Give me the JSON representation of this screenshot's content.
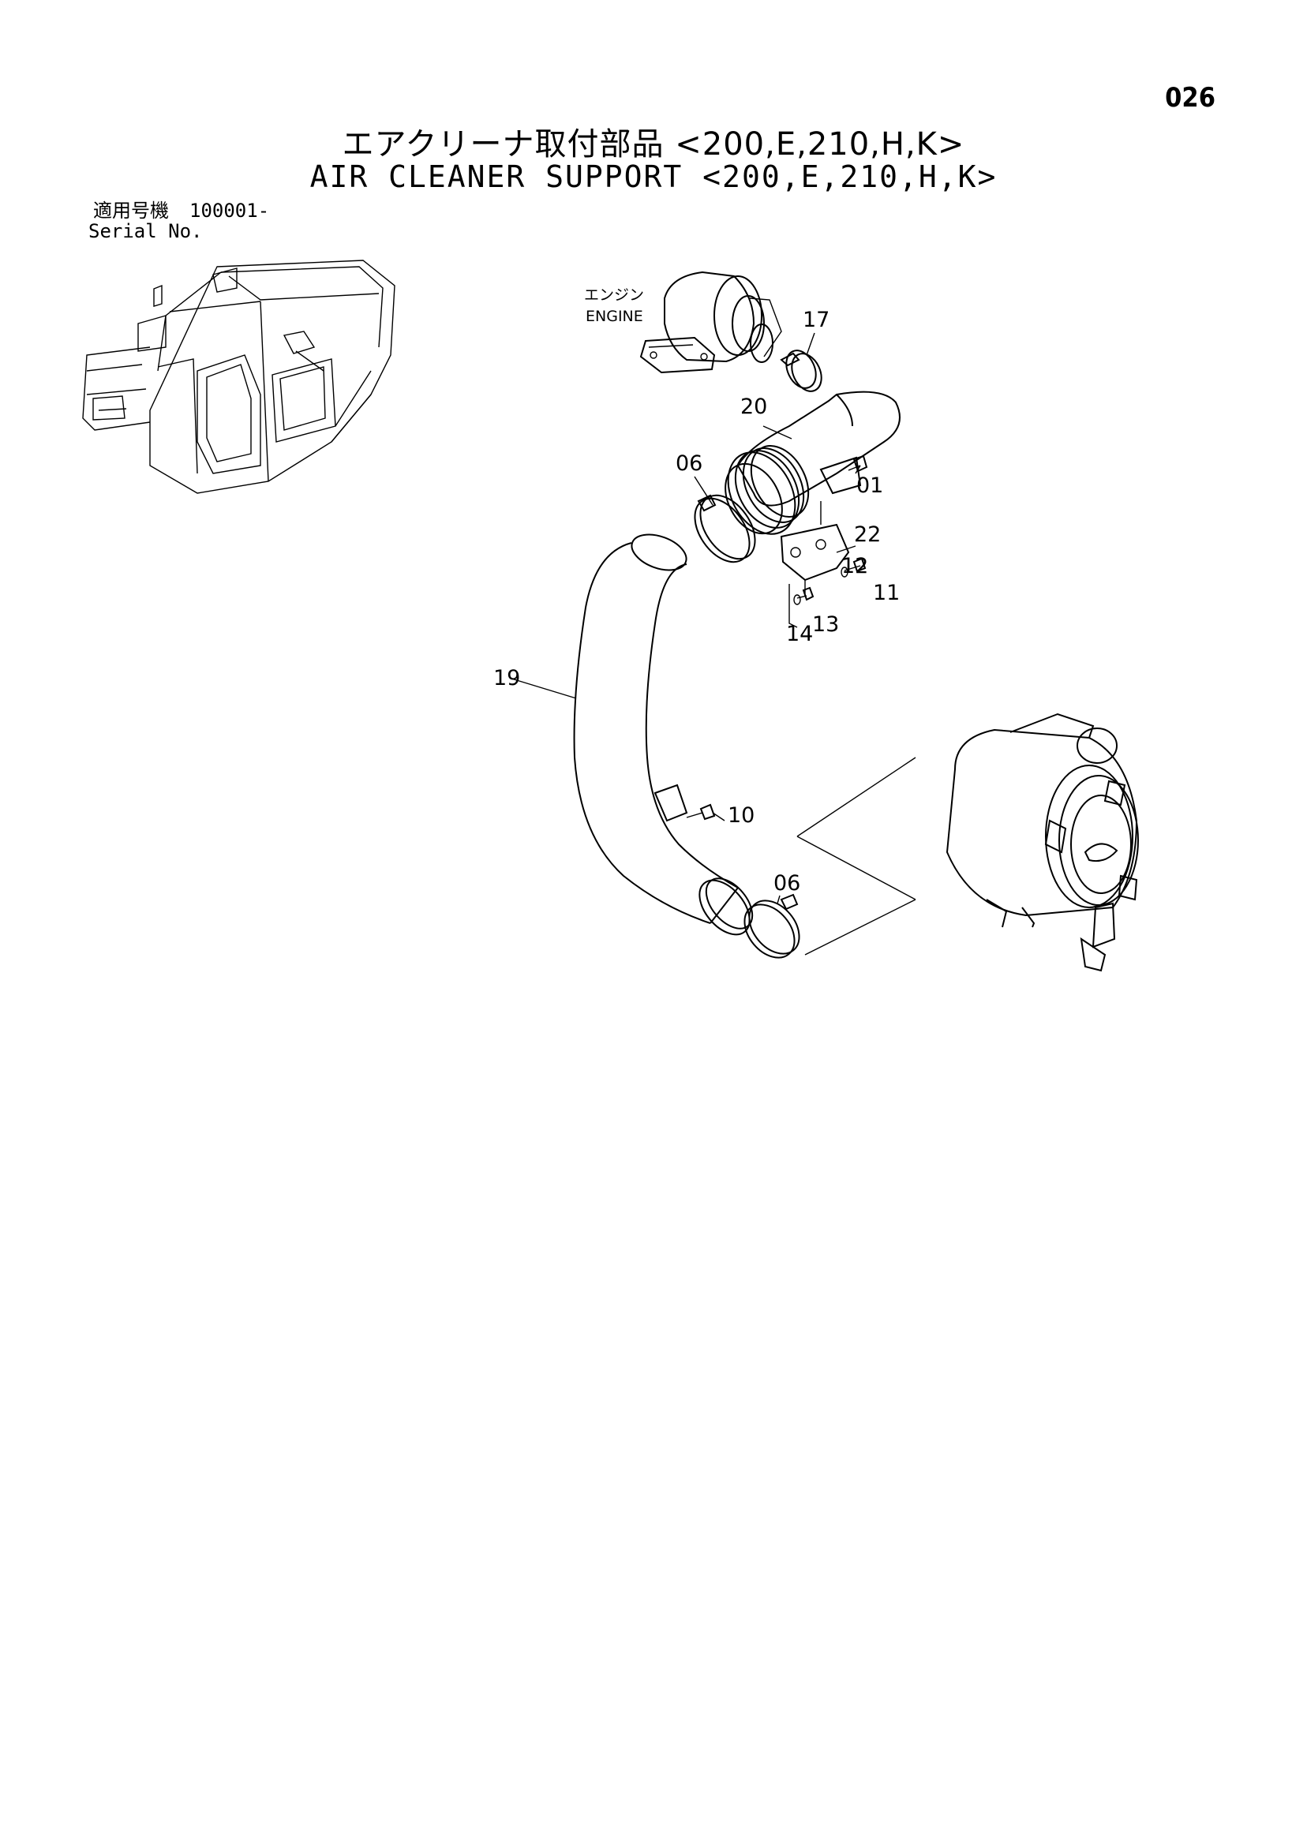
{
  "page_number": "026",
  "title_jp": "エアクリーナ取付部品 <200,E,210,H,K>",
  "title_en": "AIR CLEANER SUPPORT <200,E,210,H,K>",
  "serial": {
    "label_jp": "適用号機",
    "value": "100001-",
    "label_en": "Serial No."
  },
  "engine_label": {
    "jp": "エンジン",
    "en": "ENGINE"
  },
  "callouts": {
    "c17": "17",
    "c20": "20",
    "c06a": "06",
    "c01": "01",
    "c22": "22",
    "c12": "12",
    "c11": "11",
    "c14": "14",
    "c13": "13",
    "c19": "19",
    "c10": "10",
    "c06b": "06"
  }
}
